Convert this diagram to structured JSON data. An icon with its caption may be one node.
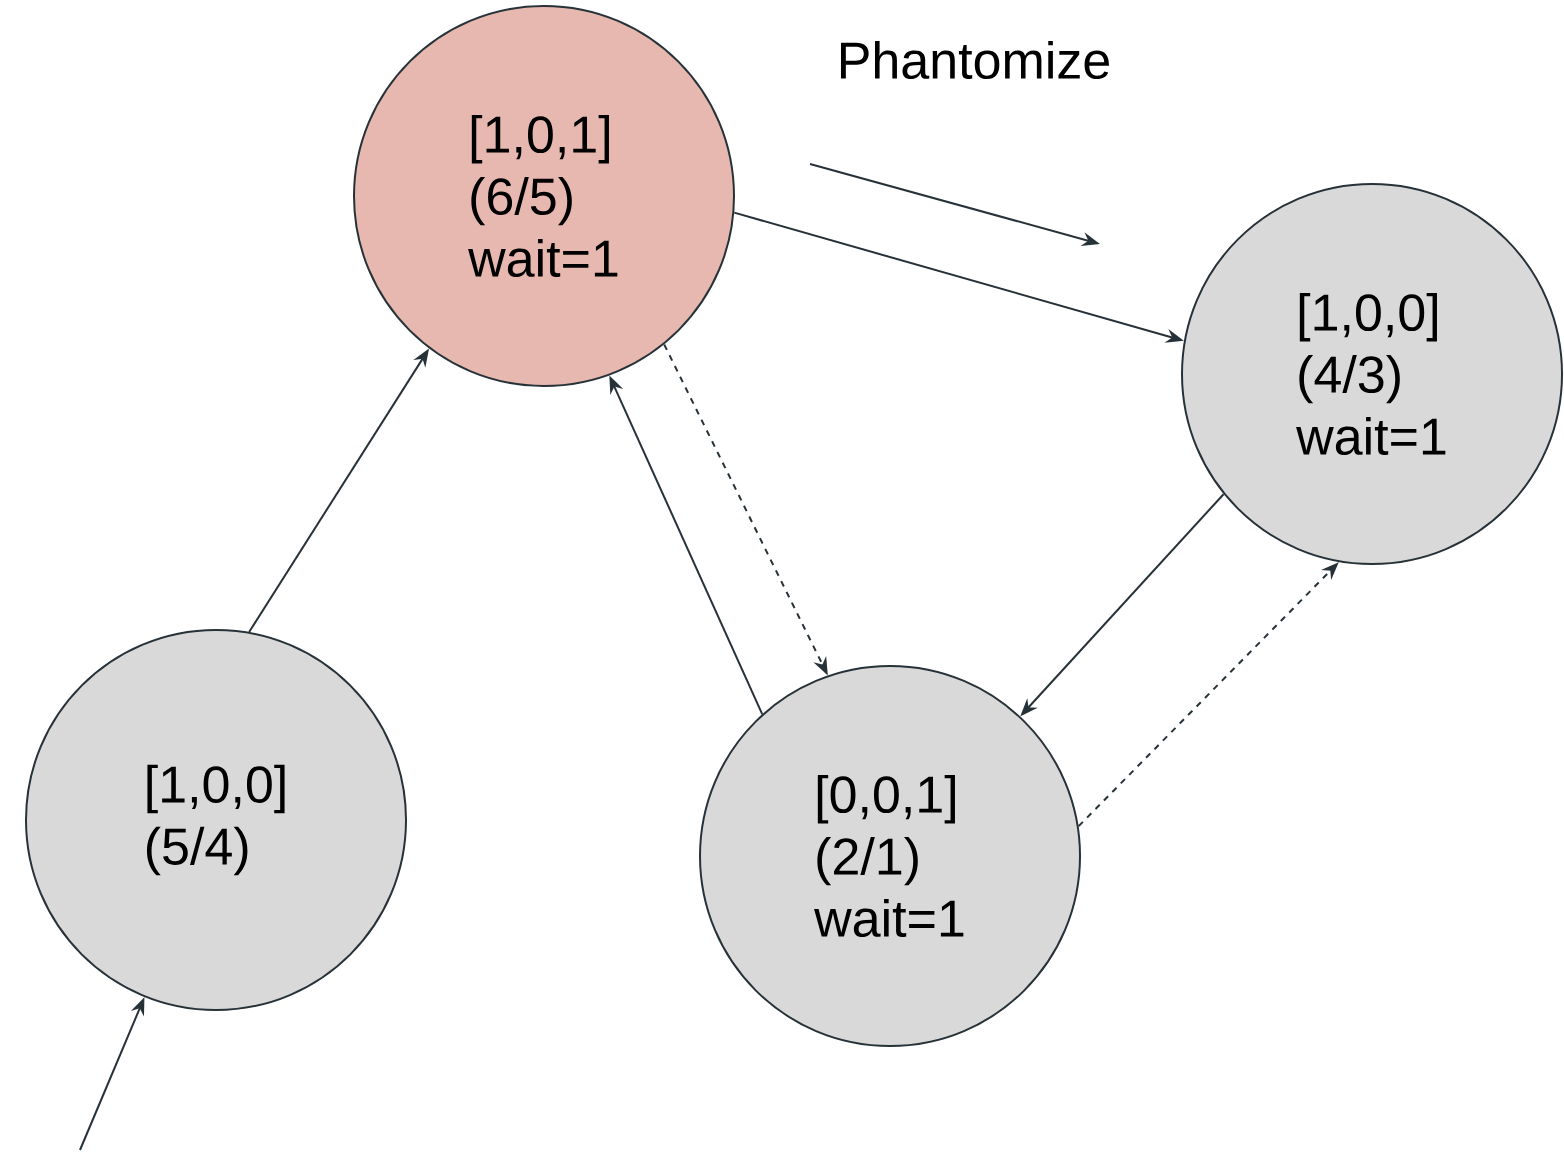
{
  "diagram": {
    "nodes": [
      {
        "text": [
          "[1,0,1]",
          "(6/5)",
          "wait=1"
        ]
      },
      {
        "text": [
          "[1,0,0]",
          "(4/3)",
          "wait=1"
        ]
      },
      {
        "text": [
          "[1,0,0]",
          "(5/4)"
        ]
      },
      {
        "text": [
          "[0,0,1]",
          "(2/1)",
          "wait=1"
        ]
      }
    ],
    "edges": [
      {
        "from": null,
        "to": 2,
        "arrow": "to"
      },
      {
        "from": 2,
        "to": 0,
        "arrow": "to"
      },
      {
        "from": 0,
        "to": 1,
        "arrow": "to"
      },
      {
        "from": 0,
        "to": 3,
        "arrow": "to",
        "style": "dashed"
      },
      {
        "from": 3,
        "to": 0,
        "arrow": "to"
      },
      {
        "from": 1,
        "to": 3,
        "arrow": "to"
      },
      {
        "from": 3,
        "to": 1,
        "arrow": "to",
        "style": "dashed"
      }
    ],
    "labels": [
      "Phantomize"
    ]
  }
}
